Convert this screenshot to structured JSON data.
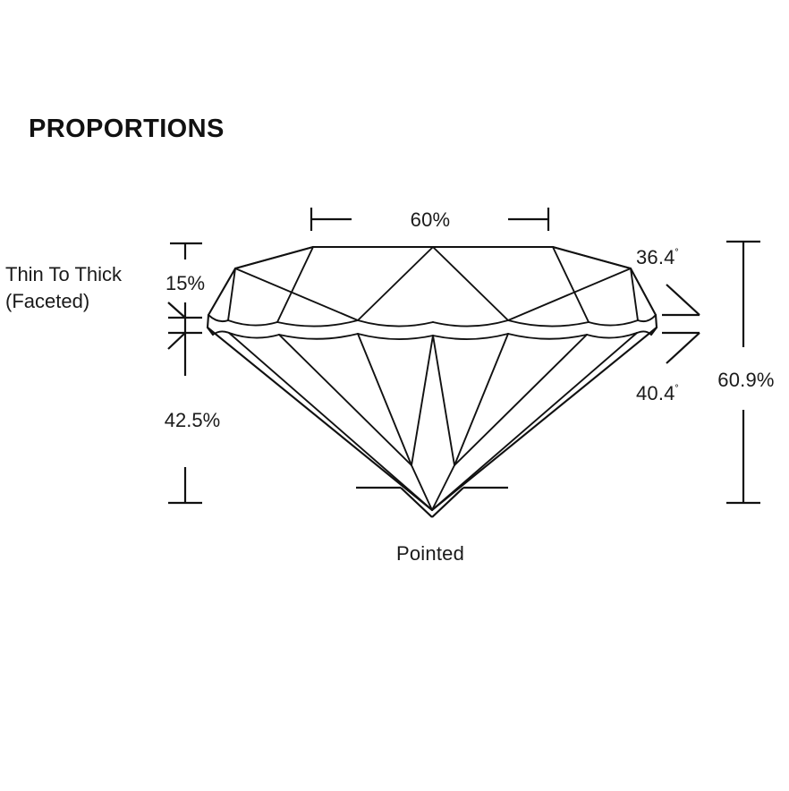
{
  "page": {
    "title": "PROPORTIONS",
    "background_color": "#ffffff",
    "line_color": "#111111",
    "text_color": "#1a1a1a"
  },
  "diagram": {
    "type": "round-brilliant-diamond-proportions",
    "labels": {
      "table_percent": "60%",
      "crown_height_percent": "15%",
      "pavilion_depth_percent": "42.5%",
      "total_depth_percent": "60.9%",
      "crown_angle": "36.4",
      "pavilion_angle": "40.4",
      "degree_symbol": "˚",
      "girdle_description_line1": "Thin To Thick",
      "girdle_description_line2": "(Faceted)",
      "culet_description": "Pointed"
    },
    "measurements": [
      {
        "name": "table",
        "value": "60%",
        "position": "top"
      },
      {
        "name": "crown-height",
        "value": "15%",
        "position": "left-upper"
      },
      {
        "name": "pavilion-depth",
        "value": "42.5%",
        "position": "left-lower"
      },
      {
        "name": "total-depth",
        "value": "60.9%",
        "position": "right"
      },
      {
        "name": "crown-angle",
        "value": "36.4˚",
        "position": "right-upper"
      },
      {
        "name": "pavilion-angle",
        "value": "40.4˚",
        "position": "right-lower"
      },
      {
        "name": "girdle",
        "value": "Thin To Thick (Faceted)",
        "position": "left"
      },
      {
        "name": "culet",
        "value": "Pointed",
        "position": "bottom"
      }
    ]
  }
}
